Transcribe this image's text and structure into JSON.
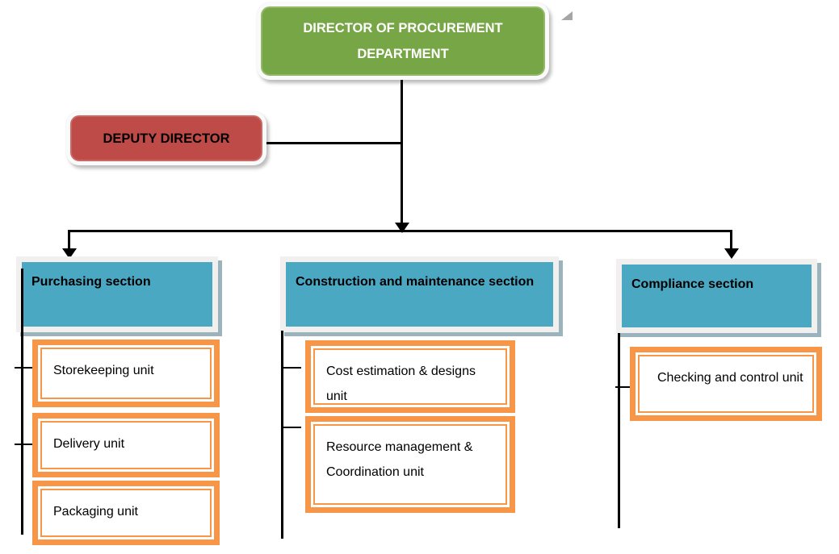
{
  "org": {
    "director": {
      "label": "DIRECTOR OF PROCUREMENT DEPARTMENT"
    },
    "deputy": {
      "label": "DEPUTY DIRECTOR"
    },
    "sections": [
      {
        "label": "Purchasing section",
        "units": [
          "Storekeeping unit",
          "Delivery unit",
          "Packaging unit"
        ]
      },
      {
        "label": "Construction and maintenance section",
        "units": [
          "Cost estimation & designs unit",
          "Resource management & Coordination unit"
        ]
      },
      {
        "label": "Compliance section",
        "units": [
          "Checking and control unit"
        ]
      }
    ]
  },
  "colors": {
    "director_fill": "#77a646",
    "deputy_fill": "#be4b48",
    "section_fill": "#4ba8c2",
    "unit_border": "#f79646",
    "connector_line": "#000000",
    "frame": "#f1f0ee",
    "section_shadow": "#9bb3bc"
  }
}
